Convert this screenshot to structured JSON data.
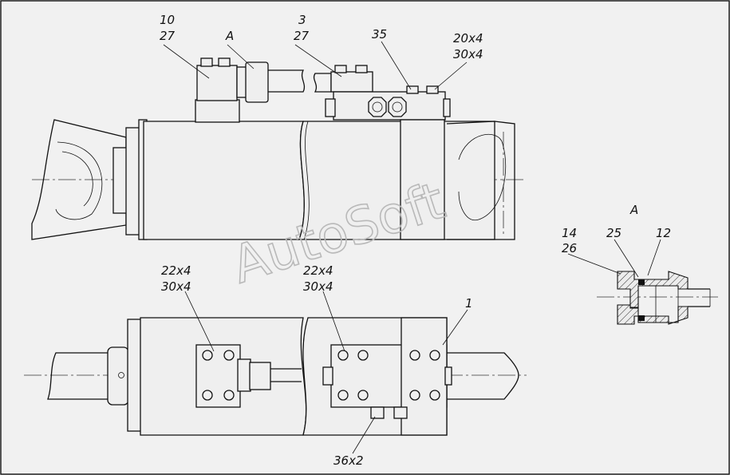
{
  "labels": {
    "p10": "10",
    "p27a": "27",
    "pA": "А",
    "p3": "3",
    "p27b": "27",
    "p35": "35",
    "p20x4": "20х4",
    "p30x4a": "30х4",
    "p22x4a": "22х4",
    "p30x4b": "30х4",
    "p22x4b": "22х4",
    "p30x4c": "30х4",
    "p1": "1",
    "p36x2": "36х2",
    "detailTitle": "А",
    "p14": "14",
    "p26": "26",
    "p25": "25",
    "p12": "12"
  },
  "watermark": "AutoSoft"
}
